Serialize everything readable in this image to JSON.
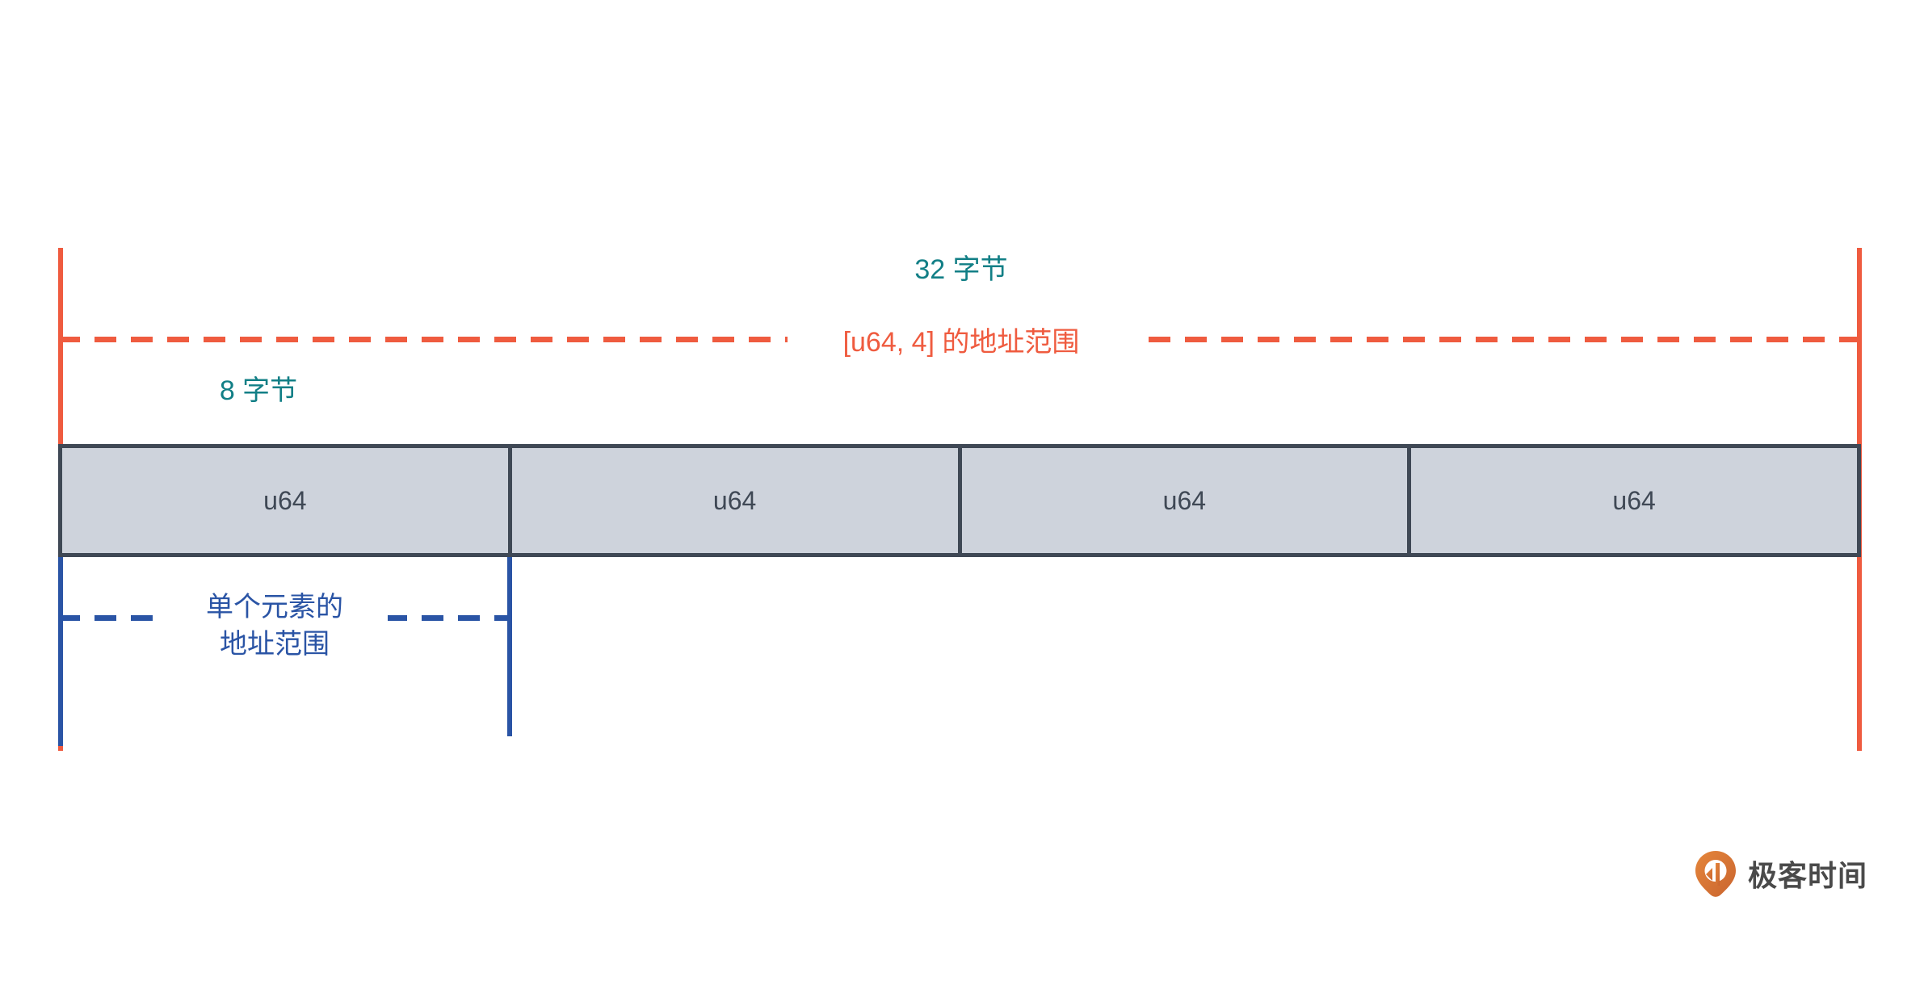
{
  "diagram": {
    "title_outer": "32 字节",
    "title_inner": "8 字节",
    "outer_range_label": "[u64, 4] 的地址范围",
    "element_range_label": "单个元素的\n地址范围",
    "cells": [
      {
        "label": "u64"
      },
      {
        "label": "u64"
      },
      {
        "label": "u64"
      },
      {
        "label": "u64"
      }
    ],
    "colors": {
      "outer_range": "#ef5b3f",
      "element_range": "#2a54a5",
      "size_label": "#127f86",
      "cell_fill": "#ced3dc",
      "cell_border": "#3f4855"
    }
  },
  "brand": {
    "name": "极客时间",
    "mark": "geektime-pin-icon"
  }
}
